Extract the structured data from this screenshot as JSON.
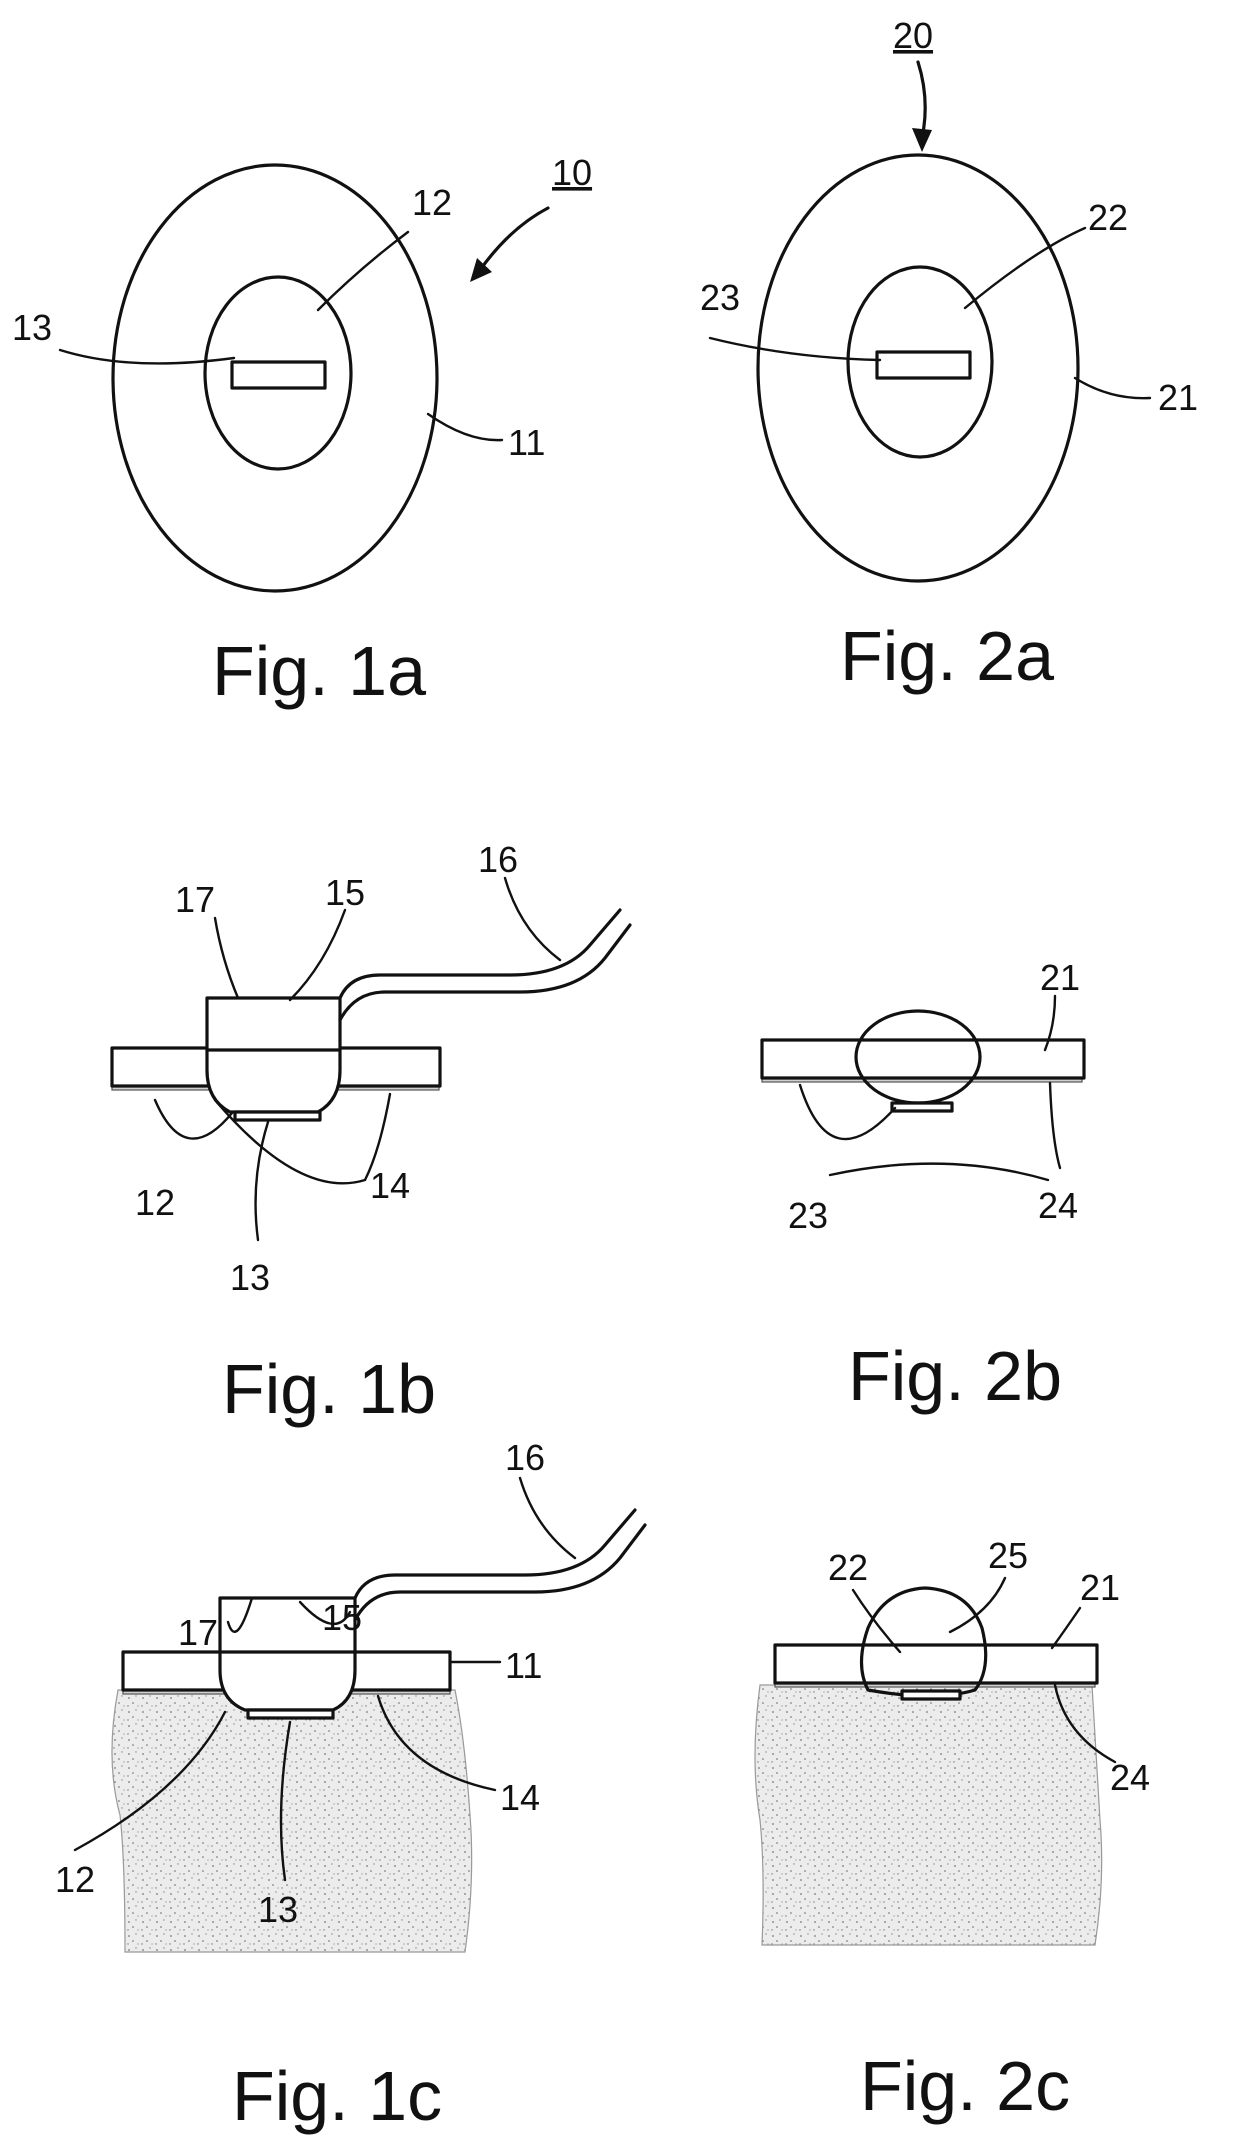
{
  "fig1a": {
    "caption": "Fig. 1a",
    "labels": {
      "device": "10",
      "outer": "11",
      "inner": "12",
      "sensor": "13"
    }
  },
  "fig2a": {
    "caption": "Fig. 2a",
    "labels": {
      "device": "20",
      "outer": "21",
      "inner": "22",
      "sensor": "23"
    }
  },
  "fig1b": {
    "caption": "Fig. 1b",
    "labels": {
      "inner": "12",
      "sensor": "13",
      "adhesive": "14",
      "connector": "15",
      "cable": "16",
      "housing": "17"
    }
  },
  "fig2b": {
    "caption": "Fig. 2b",
    "labels": {
      "outer": "21",
      "sensor": "23",
      "adhesive": "24"
    }
  },
  "fig1c": {
    "caption": "Fig. 1c",
    "labels": {
      "outer": "11",
      "inner": "12",
      "sensor": "13",
      "adhesive": "14",
      "connector": "15",
      "cable": "16",
      "housing": "17"
    }
  },
  "fig2c": {
    "caption": "Fig. 2c",
    "labels": {
      "outer": "21",
      "inner": "22",
      "adhesive": "24",
      "cap": "25"
    }
  }
}
